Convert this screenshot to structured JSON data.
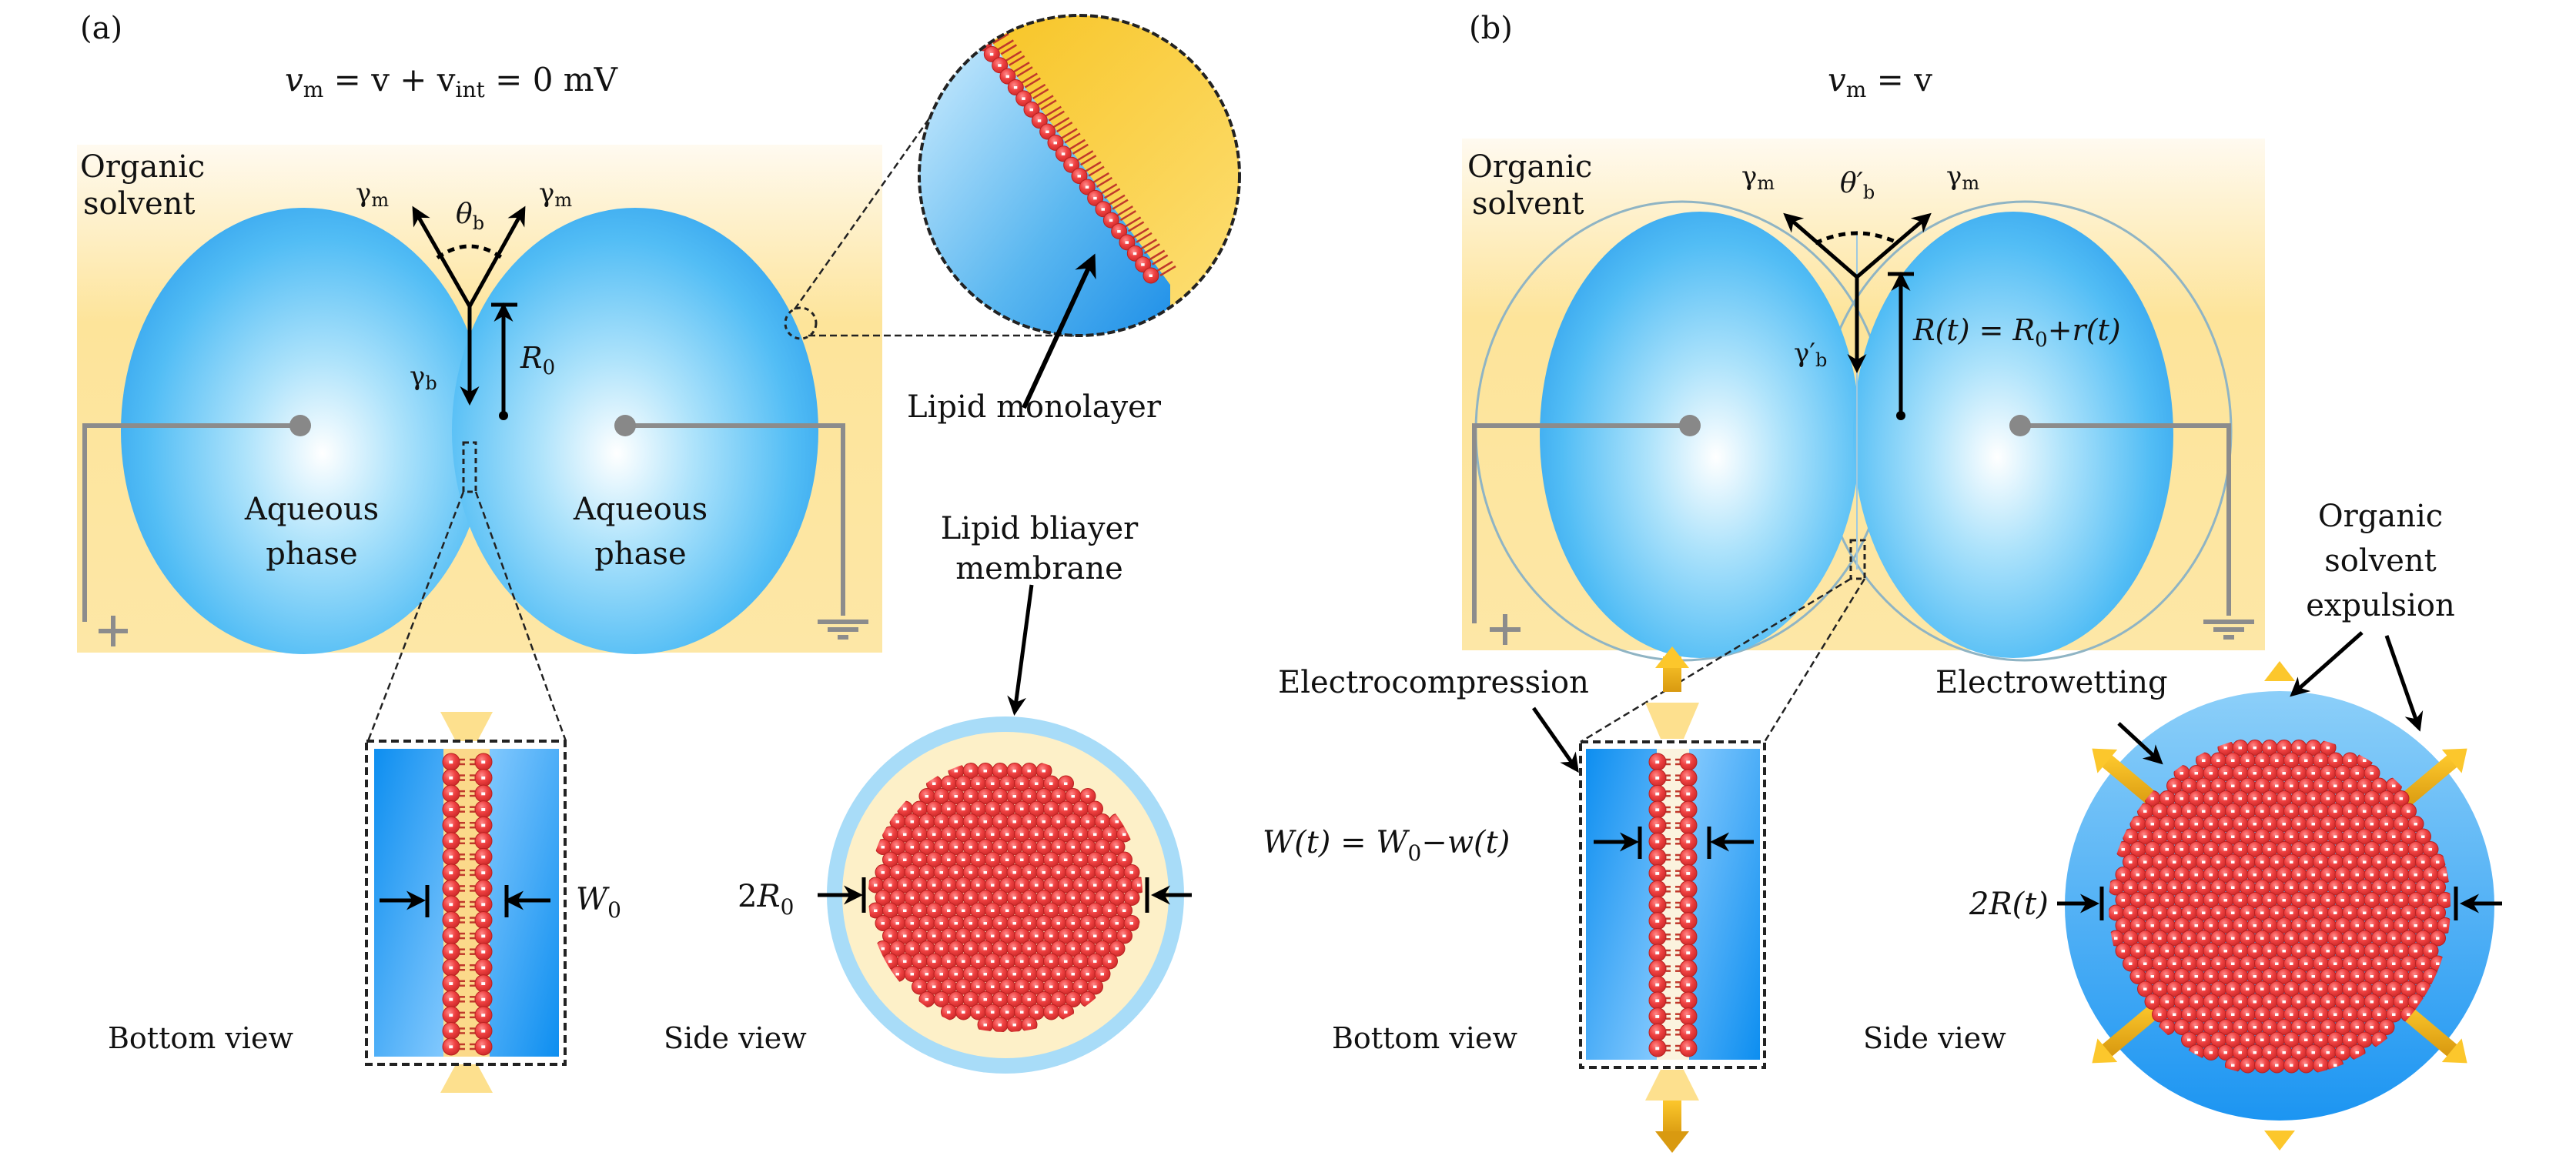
{
  "panel_a": {
    "label": "(a)",
    "equation": {
      "lhs": "v",
      "lhs_sub": "m",
      "mid": " = v + v",
      "mid_sub": "int",
      "rhs": " = 0 mV"
    },
    "solvent_label": [
      "Organic",
      "solvent"
    ],
    "aqueous_left": [
      "Aqueous",
      "phase"
    ],
    "aqueous_right": [
      "Aqueous",
      "phase"
    ],
    "tension_left": {
      "sym": "γ",
      "sub": "m"
    },
    "tension_right": {
      "sym": "γ",
      "sub": "m"
    },
    "tension_bilayer": {
      "sym": "γ",
      "sub": "b"
    },
    "angle": {
      "sym": "θ",
      "sub": "b"
    },
    "radius": {
      "sym": "R",
      "sub": "0"
    },
    "plus_sign": "+",
    "inset_label": "Lipid monolayer",
    "bilayer_label": [
      "Lipid bliayer",
      "membrane"
    ],
    "bottom_view_label": "Bottom view",
    "side_view_label": "Side view",
    "width_label": {
      "sym": "W",
      "sub": "0"
    },
    "diameter_label": {
      "pre": "2",
      "sym": "R",
      "sub": "0"
    },
    "lipid_rows": 19
  },
  "panel_b": {
    "label": "(b)",
    "equation": {
      "lhs": "v",
      "lhs_sub": "m",
      "rhs": " = v"
    },
    "solvent_label": [
      "Organic",
      "solvent"
    ],
    "tension_left": {
      "sym": "γ",
      "sub": "m"
    },
    "tension_right": {
      "sym": "γ",
      "sub": "m"
    },
    "tension_bilayer": {
      "sym": "γ′",
      "sub": "b"
    },
    "angle": {
      "sym": "θ′",
      "sub": "b"
    },
    "radius": {
      "text": "R(t) = R",
      "sub": "0",
      "tail": "+r(t)"
    },
    "plus_sign": "+",
    "electrocompression_label": "Electrocompression",
    "electrowetting_label": "Electrowetting",
    "expulsion_label": [
      "Organic",
      "solvent",
      "expulsion"
    ],
    "bottom_view_label": "Bottom view",
    "side_view_label": "Side view",
    "width_label": {
      "pre": "W(t) = W",
      "sub": "0",
      "tail": "−w(t)"
    },
    "diameter_label": {
      "pre": "2R(t)"
    },
    "lipid_rows": 19
  },
  "colors": {
    "solvent_top": "#fff9e8",
    "solvent_bottom": "#fde08e",
    "water_light": "#eaf8ff",
    "water_mid": "#7fd0f8",
    "water_dark": "#2a9ef0",
    "lipid_head": "#e83a3a",
    "lipid_tail": "#c0392b",
    "electrode": "#888888",
    "arrow_gold": "#f2b31b"
  }
}
